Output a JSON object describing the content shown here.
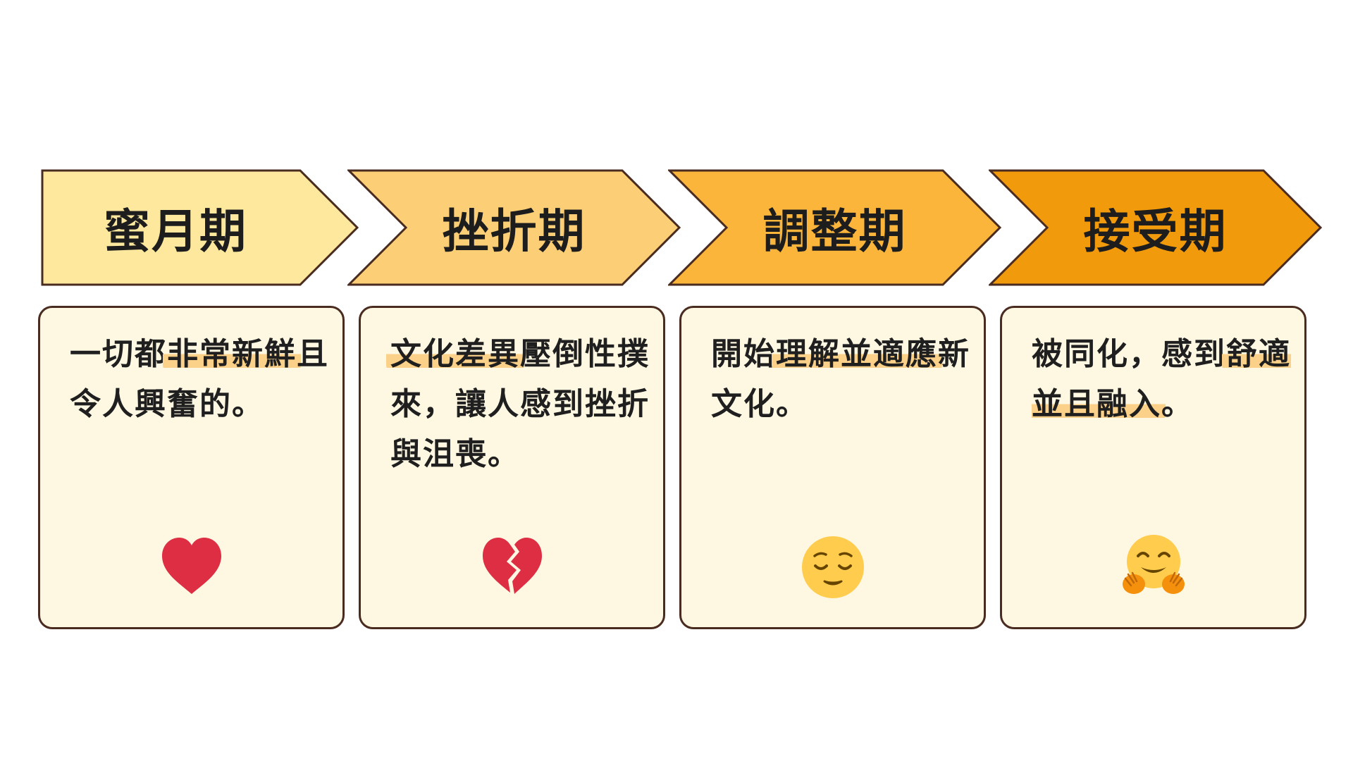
{
  "colors": {
    "outline": "#4a2b20",
    "card_fill": "#fef7e2",
    "highlight": "#fbd089",
    "stage_fills": [
      "#fde89d",
      "#fccf76",
      "#fab53a",
      "#f19a0b"
    ]
  },
  "stages": [
    {
      "title": "蜜月期",
      "description": [
        "一切都",
        "非常新鮮",
        "且令人興奮的。"
      ],
      "icon": "red-heart-icon"
    },
    {
      "title": "挫折期",
      "description": [
        "",
        "文化差異",
        "壓倒性撲來，讓人感到挫折與沮喪。"
      ],
      "icon": "broken-heart-icon"
    },
    {
      "title": "調整期",
      "description": [
        "開始",
        "理解並適應",
        "新文化。"
      ],
      "icon": "relieved-face-icon"
    },
    {
      "title": "接受期",
      "description": [
        "被同化，感到",
        "舒適並且融入",
        "。"
      ],
      "icon": "hugging-face-icon"
    }
  ]
}
